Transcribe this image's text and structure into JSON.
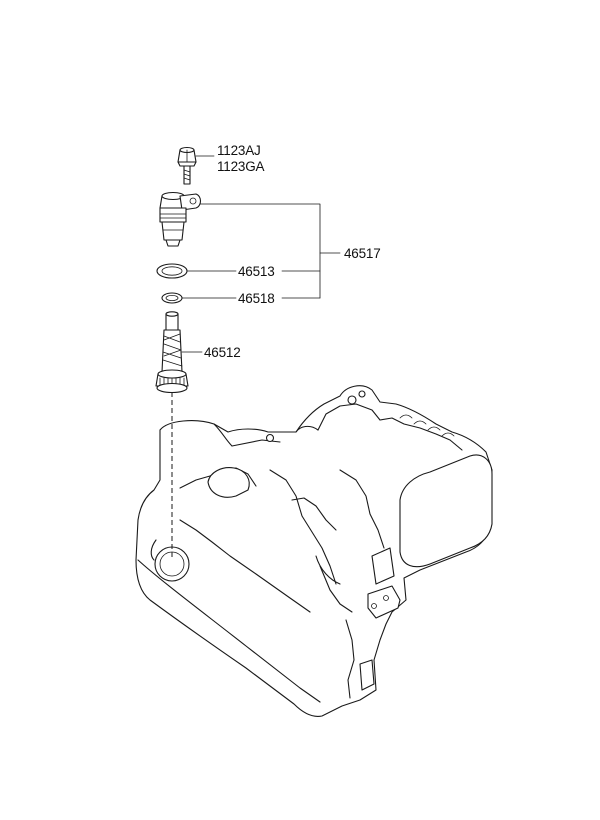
{
  "diagram": {
    "parts": [
      {
        "id": "bolt",
        "numbers": [
          "1123AJ",
          "1123GA"
        ]
      },
      {
        "id": "speed-sensor-assembly",
        "number": "46517"
      },
      {
        "id": "o-ring-large",
        "number": "46513"
      },
      {
        "id": "o-ring-small",
        "number": "46518"
      },
      {
        "id": "driven-gear",
        "number": "46512"
      }
    ]
  }
}
